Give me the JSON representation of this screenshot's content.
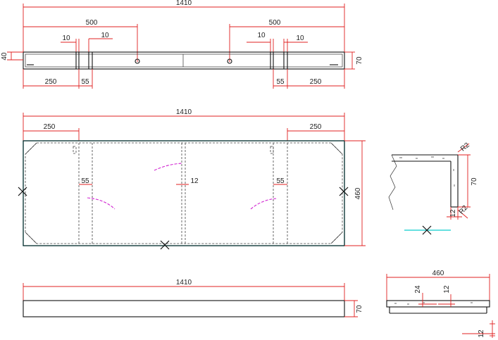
{
  "top_view": {
    "overall": "1410",
    "left_500": "500",
    "right_500": "500",
    "gap_l1": "10",
    "gap_l2": "10",
    "gap_r1": "10",
    "gap_r2": "10",
    "height_left": "40",
    "height_right": "70",
    "bottom_left_250": "250",
    "bottom_left_55": "55",
    "bottom_right_55": "55",
    "bottom_right_250": "250"
  },
  "plan_view": {
    "overall": "1410",
    "left_250": "250",
    "right_250": "250",
    "width_460": "460",
    "slot_left_55": "55",
    "slot_mid_12": "12",
    "slot_right_55": "55"
  },
  "front_view": {
    "overall": "1410",
    "height": "70"
  },
  "detail_view": {
    "r2_top": "R2",
    "height_70": "70",
    "bottom_12": "12",
    "r2_bottom": "R2"
  },
  "side_view": {
    "width_460": "460",
    "depth_24": "24",
    "depth_12": "12",
    "offset_12": "12"
  },
  "colors": {
    "dimension": "#e02020",
    "outline": "#111111",
    "highlight": "#33d6d6",
    "arc": "#d020d0"
  }
}
